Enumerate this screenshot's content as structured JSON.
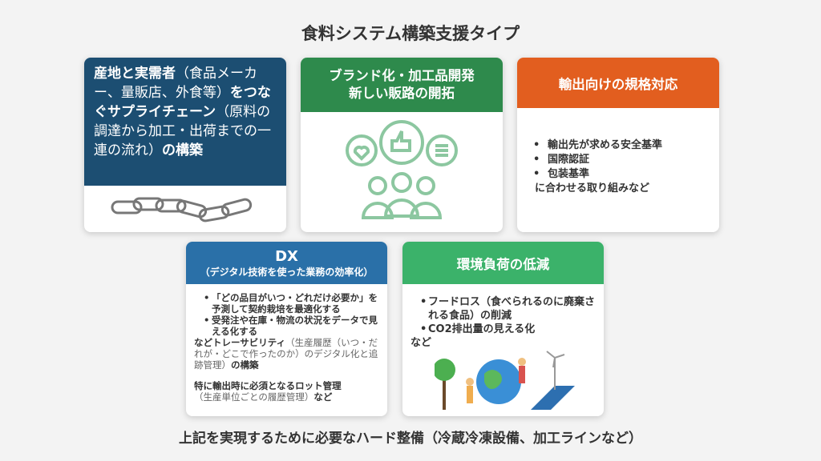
{
  "title": "食料システム構築支援タイプ",
  "cards": [
    {
      "header_bold1": "産地と実需者",
      "header_light1": "（食品メーカー、量販店、外食等）",
      "header_bold2": "をつなぐサプライチェーン",
      "header_light2": "（原料の調達から加工・出荷までの一連の流れ）",
      "header_bold3": "の構築",
      "icon": "chain-icon",
      "color": "#1c4e72"
    },
    {
      "header": "ブランド化・加工品開発\n新しい販路の開拓",
      "icon": "people-feedback-icon",
      "color": "#2e8a4c"
    },
    {
      "header": "輸出向けの規格対応",
      "items": [
        "輸出先が求める安全基準",
        "国際認証",
        "包装基準"
      ],
      "note": "に合わせる取り組みなど",
      "color": "#e25e1f"
    },
    {
      "header": "DX",
      "subheader": "（デジタル技術を使った業務の効率化）",
      "items": [
        "「どの品目がいつ・どれだけ必要か」を予測して契約栽培を最適化する",
        "受発注や在庫・物流の状況をデータで見える化する"
      ],
      "note1a": "などトレーサビリティ",
      "note1b": "（生産履歴（いつ・だれが・どこで作ったのか）のデジタル化と追跡管理）",
      "note1c": "の構築",
      "note2a": "特に輸出時に必須となるロット管理",
      "note2b": "（生産単位ごとの履歴管理）",
      "note2c": "など",
      "color": "#2a70a8"
    },
    {
      "header": "環境負荷の低減",
      "items": [
        "フードロス（食べられるのに廃棄される食品）の削減",
        "CO2排出量の見える化"
      ],
      "note": "など",
      "icon": "earth-environment-illustration",
      "color": "#3bb26a"
    }
  ],
  "footer": "上記を実現するために必要なハード整備（冷蔵冷凍設備、加工ラインなど）"
}
